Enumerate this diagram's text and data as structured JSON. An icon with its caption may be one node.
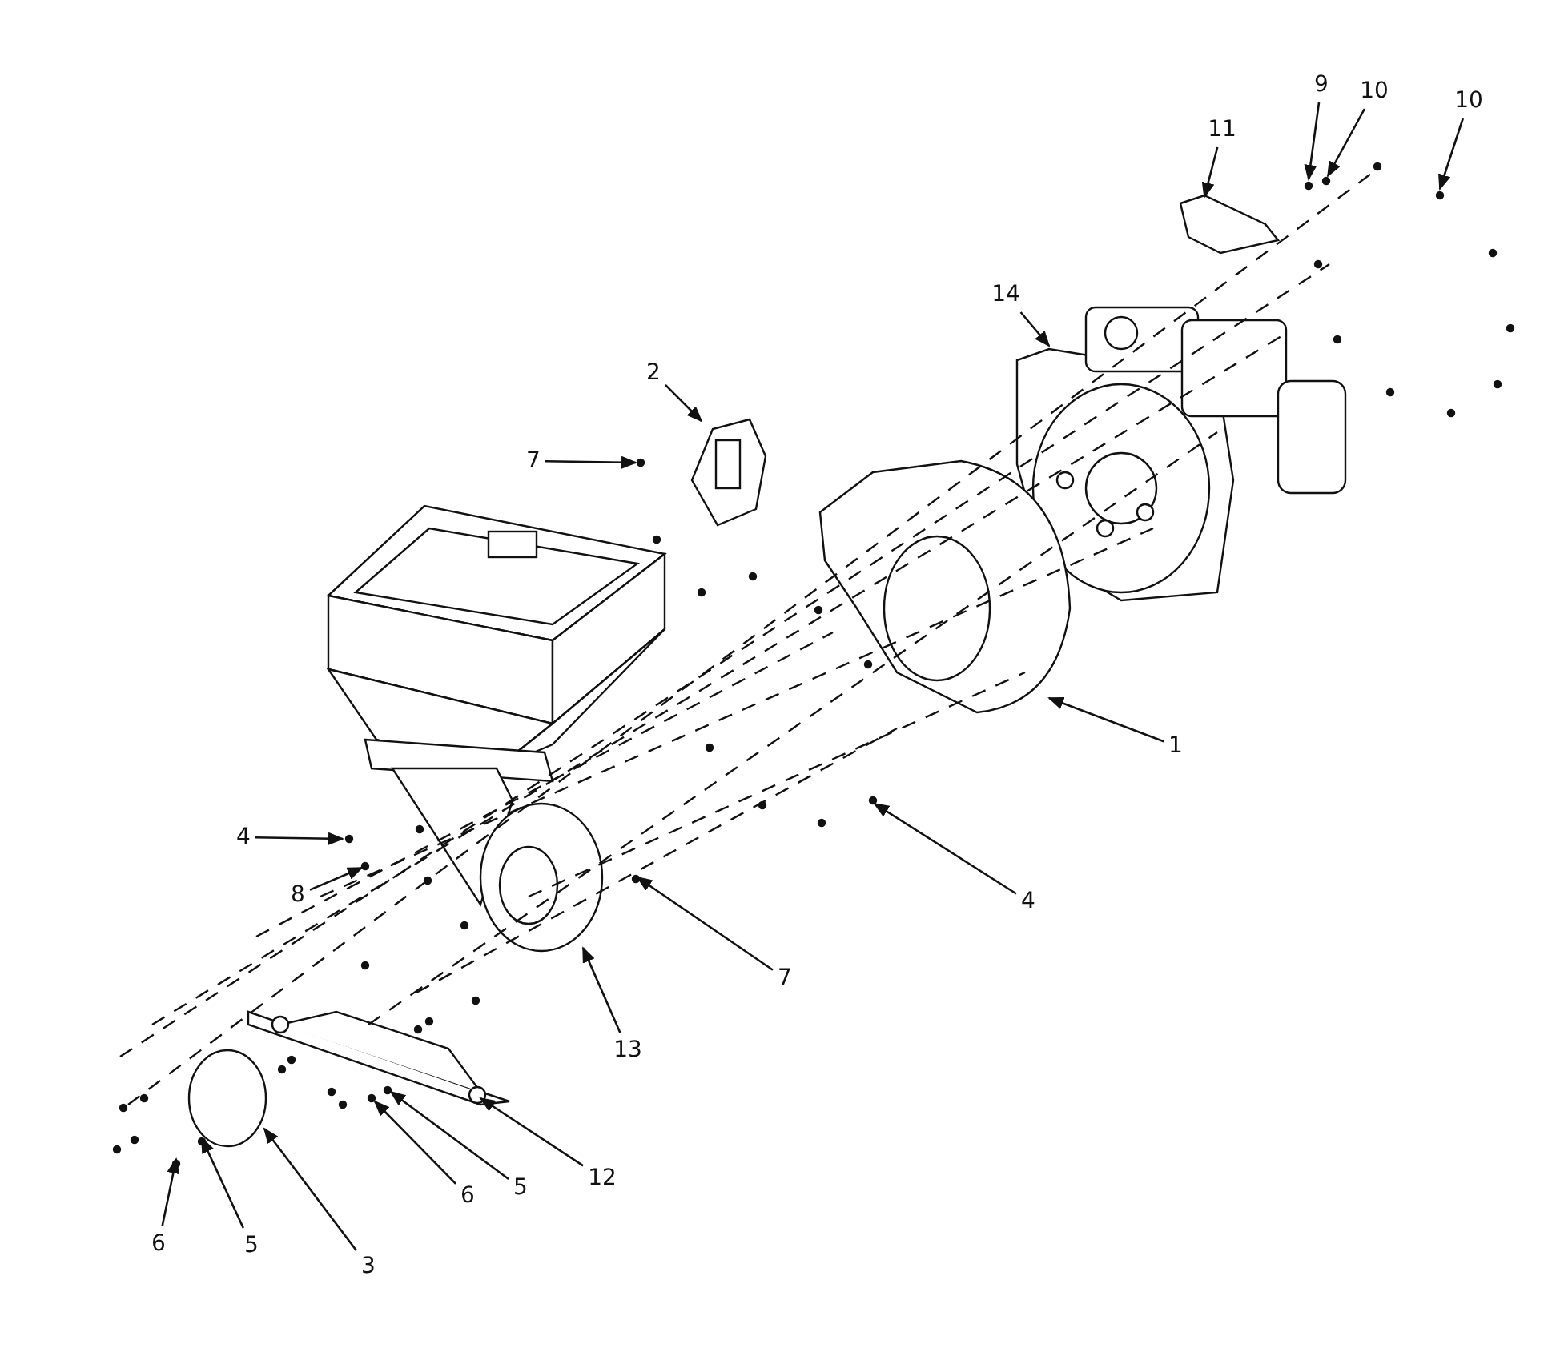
{
  "diagram": {
    "nodes": [
      {
        "text": [
          "9"
        ]
      },
      {
        "text": [
          "10"
        ]
      },
      {
        "text": [
          "10"
        ]
      },
      {
        "text": [
          "11"
        ]
      },
      {
        "text": [
          "14"
        ]
      },
      {
        "text": [
          "2"
        ]
      },
      {
        "text": [
          "7"
        ]
      },
      {
        "text": [
          "1"
        ]
      },
      {
        "text": [
          "4"
        ]
      },
      {
        "text": [
          "8"
        ]
      },
      {
        "text": [
          "4"
        ]
      },
      {
        "text": [
          "7"
        ]
      },
      {
        "text": [
          "13"
        ]
      },
      {
        "text": [
          "12"
        ]
      },
      {
        "text": [
          "6"
        ]
      },
      {
        "text": [
          "5"
        ]
      },
      {
        "text": [
          "6"
        ]
      },
      {
        "text": [
          "5"
        ]
      },
      {
        "text": [
          "3"
        ]
      }
    ],
    "edges": [
      {
        "from": 0,
        "to": null,
        "arrow": "to"
      },
      {
        "from": 1,
        "to": null,
        "arrow": "to"
      },
      {
        "from": 2,
        "to": null,
        "arrow": "to"
      },
      {
        "from": 3,
        "to": null,
        "arrow": "to"
      },
      {
        "from": 4,
        "to": null,
        "arrow": "to"
      },
      {
        "from": 5,
        "to": null,
        "arrow": "to"
      },
      {
        "from": 6,
        "to": null,
        "arrow": "to"
      },
      {
        "from": 7,
        "to": null,
        "arrow": "to"
      },
      {
        "from": 8,
        "to": null,
        "arrow": "to"
      },
      {
        "from": 9,
        "to": null,
        "arrow": "to"
      },
      {
        "from": 10,
        "to": null,
        "arrow": "to"
      },
      {
        "from": 11,
        "to": null,
        "arrow": "to"
      },
      {
        "from": 12,
        "to": null,
        "arrow": "to"
      },
      {
        "from": 13,
        "to": null,
        "arrow": "to"
      },
      {
        "from": 14,
        "to": null,
        "arrow": "to"
      },
      {
        "from": 15,
        "to": null,
        "arrow": "to"
      },
      {
        "from": 16,
        "to": null,
        "arrow": "to"
      },
      {
        "from": 17,
        "to": null,
        "arrow": "to"
      },
      {
        "from": 18,
        "to": null,
        "arrow": "to"
      }
    ]
  }
}
